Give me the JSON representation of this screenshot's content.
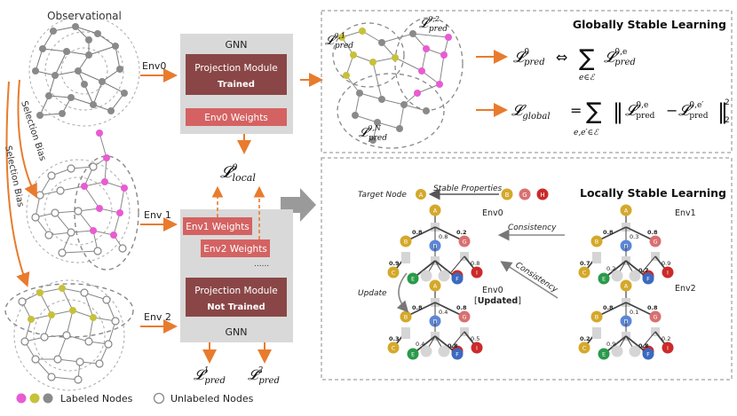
{
  "graphs": {
    "observational_label": "Observational",
    "selection_bias_1": "Selection Bias",
    "selection_bias_2": "Selection Bias"
  },
  "env_labels": {
    "env0": "Env0",
    "env1": "Env 1",
    "env2": "Env 2"
  },
  "gnn_top": {
    "title": "GNN",
    "projection_title": "Projection Module",
    "projection_status": "Trained",
    "weights": "Env0 Weights"
  },
  "gnn_bottom": {
    "env1_weights": "Env1 Weights",
    "env2_weights": "Env2 Weights",
    "ellipsis": "......",
    "projection_title": "Projection Module",
    "projection_status": "Not Trained",
    "title": "GNN"
  },
  "losses": {
    "local": "L⁰local",
    "pred1": "L¹pred",
    "pred2": "L²pred",
    "pred01": "L⁰,¹pred",
    "pred02": "L⁰,²pred",
    "pred0N": "L⁰,ᴺpred"
  },
  "global_panel": {
    "title": "Globally Stable Learning",
    "eq1": "L⁰pred ⇔ Σ e∈ℰ L⁰,ᵉpred",
    "eq2": "Lglobal = Σ e,e′∈ℰ ‖L⁰,ᵉpred − L⁰,ᵉ′pred‖²₂"
  },
  "local_panel": {
    "title": "Locally Stable Learning",
    "target_node": "Target Node",
    "stable_properties": "Stable Properties",
    "consistency_1": "Consistency",
    "consistency_2": "Consistency",
    "update": "Update",
    "tree_env0": "Env0",
    "tree_env1": "Env1",
    "tree_env0_updated": "Env0",
    "updated_tag": "Updated",
    "tree_env2": "Env2"
  },
  "legend": {
    "labeled": "Labeled Nodes",
    "unlabeled": "Unlabeled Nodes"
  },
  "node_letters": [
    "A",
    "B",
    "G",
    "H",
    "C",
    "D",
    "E",
    "F",
    "I"
  ],
  "edge_weights": {
    "env0": [
      "0.8",
      "0.8",
      "0.2",
      "0.9",
      "0.8"
    ],
    "env1": [
      "0.8",
      "0.3",
      "0.8",
      "0.7",
      "0.9",
      "0.2",
      "0.7"
    ],
    "env0u": [
      "0.8",
      "0.4",
      "0.8",
      "0.3",
      "0.5",
      "0.4",
      "0.8"
    ],
    "env2": [
      "0.8",
      "0.1",
      "0.8",
      "0.2",
      "0.2",
      "0.9",
      "0.8"
    ]
  },
  "colors": {
    "orange": "#E87B2E",
    "pink": "#E85CD2",
    "olive": "#C7C13A",
    "gray": "#8A8A8A",
    "dark_red": "#8A4646",
    "red_btn": "#D46262",
    "panel_gray": "#D9D9D9"
  }
}
